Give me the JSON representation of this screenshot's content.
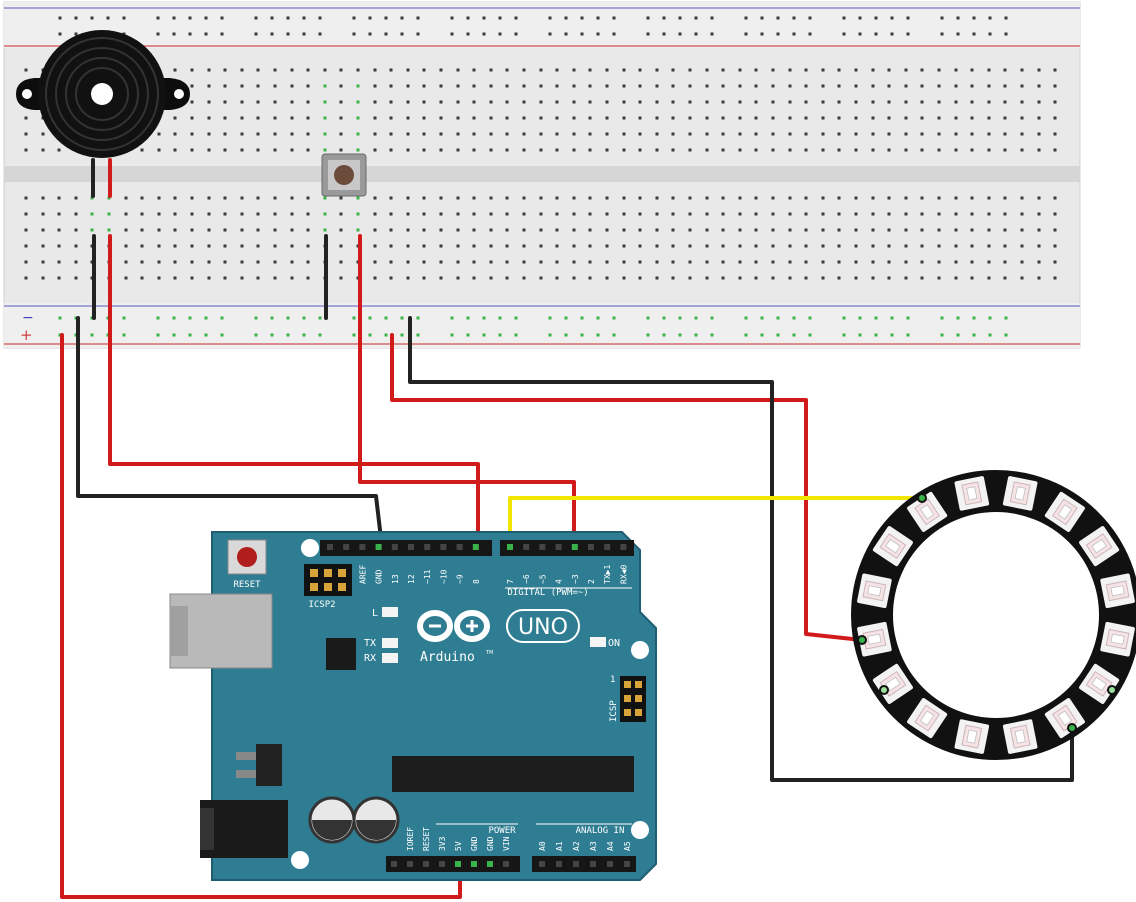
{
  "breadboard": {
    "rail_minus": "−",
    "rail_plus": "+"
  },
  "arduino": {
    "reset_label": "RESET",
    "icsp2_label": "ICSP2",
    "icsp_label": "ICSP",
    "icsp_pin1": "1",
    "led_l": "L",
    "led_tx": "TX",
    "led_rx": "RX",
    "led_on": "ON",
    "uno_label": "UNO",
    "brand": "Arduino",
    "tm": "TM",
    "digital_label": "DIGITAL (PWM=~)",
    "power_label": "POWER",
    "analog_label": "ANALOG IN",
    "top_pins": [
      "AREF",
      "GND",
      "13",
      "12",
      "~11",
      "~10",
      "~9",
      "8",
      "7",
      "~6",
      "~5",
      "4",
      "~3",
      "2",
      "TX▶1",
      "RX◀0"
    ],
    "power_pins": [
      "IOREF",
      "RESET",
      "3V3",
      "5V",
      "GND",
      "GND",
      "VIN"
    ],
    "analog_pins": [
      "A0",
      "A1",
      "A2",
      "A3",
      "A4",
      "A5"
    ]
  },
  "colors": {
    "board": "#2f7d93",
    "breadboard": "#ececec",
    "wire_red": "#d11a1a",
    "wire_black": "#222222",
    "wire_yellow": "#f2e600",
    "hole_active": "#3ab24a",
    "led_ring": "#111111"
  }
}
